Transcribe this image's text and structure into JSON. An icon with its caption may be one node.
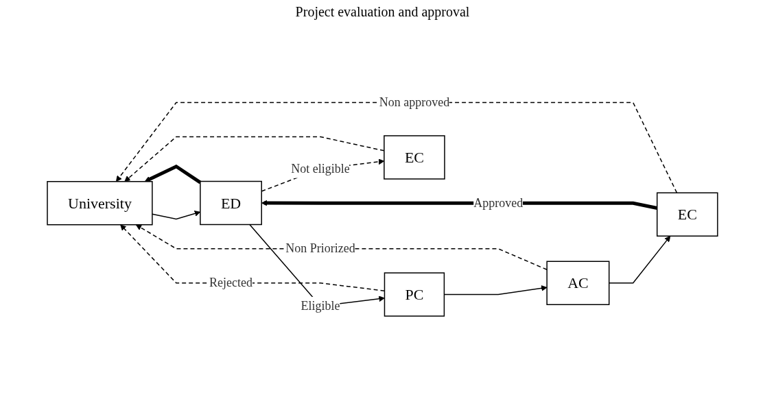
{
  "diagram": {
    "title": "Project evaluation and approval",
    "nodes": [
      {
        "text": [
          "University"
        ]
      },
      {
        "text": [
          "ED"
        ]
      },
      {
        "text": [
          "PC"
        ]
      },
      {
        "text": [
          "AC"
        ]
      },
      {
        "text": [
          "EC"
        ]
      },
      {
        "text": [
          "EC"
        ]
      }
    ],
    "edges": [
      {
        "from": 0,
        "to": 1,
        "arrow": "to"
      },
      {
        "from": 1,
        "to": 0,
        "arrow": "to",
        "style": "thick"
      },
      {
        "from": 4,
        "to": 1,
        "arrow": "to",
        "style": "thick",
        "label": "Approved"
      },
      {
        "from": 1,
        "to": 2,
        "arrow": "to",
        "label": "Eligible"
      },
      {
        "from": 1,
        "to": 5,
        "arrow": "to",
        "style": "dashed",
        "label": "Not eligible"
      },
      {
        "from": 2,
        "to": 3,
        "arrow": "to"
      },
      {
        "from": 3,
        "to": 4,
        "arrow": "to"
      },
      {
        "from": 5,
        "to": 0,
        "arrow": "to",
        "style": "dashed"
      },
      {
        "from": 2,
        "to": 0,
        "arrow": "to",
        "style": "dashed",
        "label": "Rejected"
      },
      {
        "from": 3,
        "to": 0,
        "arrow": "to",
        "style": "dashed",
        "label": "Non Priorized"
      },
      {
        "from": 4,
        "to": 0,
        "arrow": "to",
        "style": "dashed",
        "label": "Non approved"
      }
    ]
  }
}
